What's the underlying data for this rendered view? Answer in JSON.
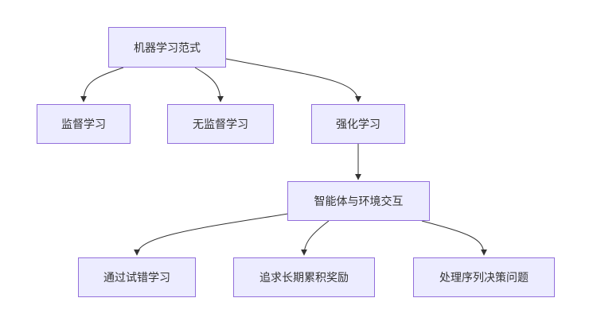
{
  "nodes": {
    "root": "机器学习范式",
    "supervised": "监督学习",
    "unsupervised": "无监督学习",
    "reinforcement": "强化学习",
    "interaction": "智能体与环境交互",
    "trial_error": "通过试错学习",
    "long_term_reward": "追求长期累积奖励",
    "sequential_decision": "处理序列决策问题"
  },
  "edges": [
    [
      "root",
      "supervised"
    ],
    [
      "root",
      "unsupervised"
    ],
    [
      "root",
      "reinforcement"
    ],
    [
      "reinforcement",
      "interaction"
    ],
    [
      "interaction",
      "trial_error"
    ],
    [
      "interaction",
      "long_term_reward"
    ],
    [
      "interaction",
      "sequential_decision"
    ]
  ],
  "colors": {
    "node_fill": "#ECECFF",
    "node_border": "#9370DB",
    "edge": "#333333",
    "text": "#333333"
  }
}
